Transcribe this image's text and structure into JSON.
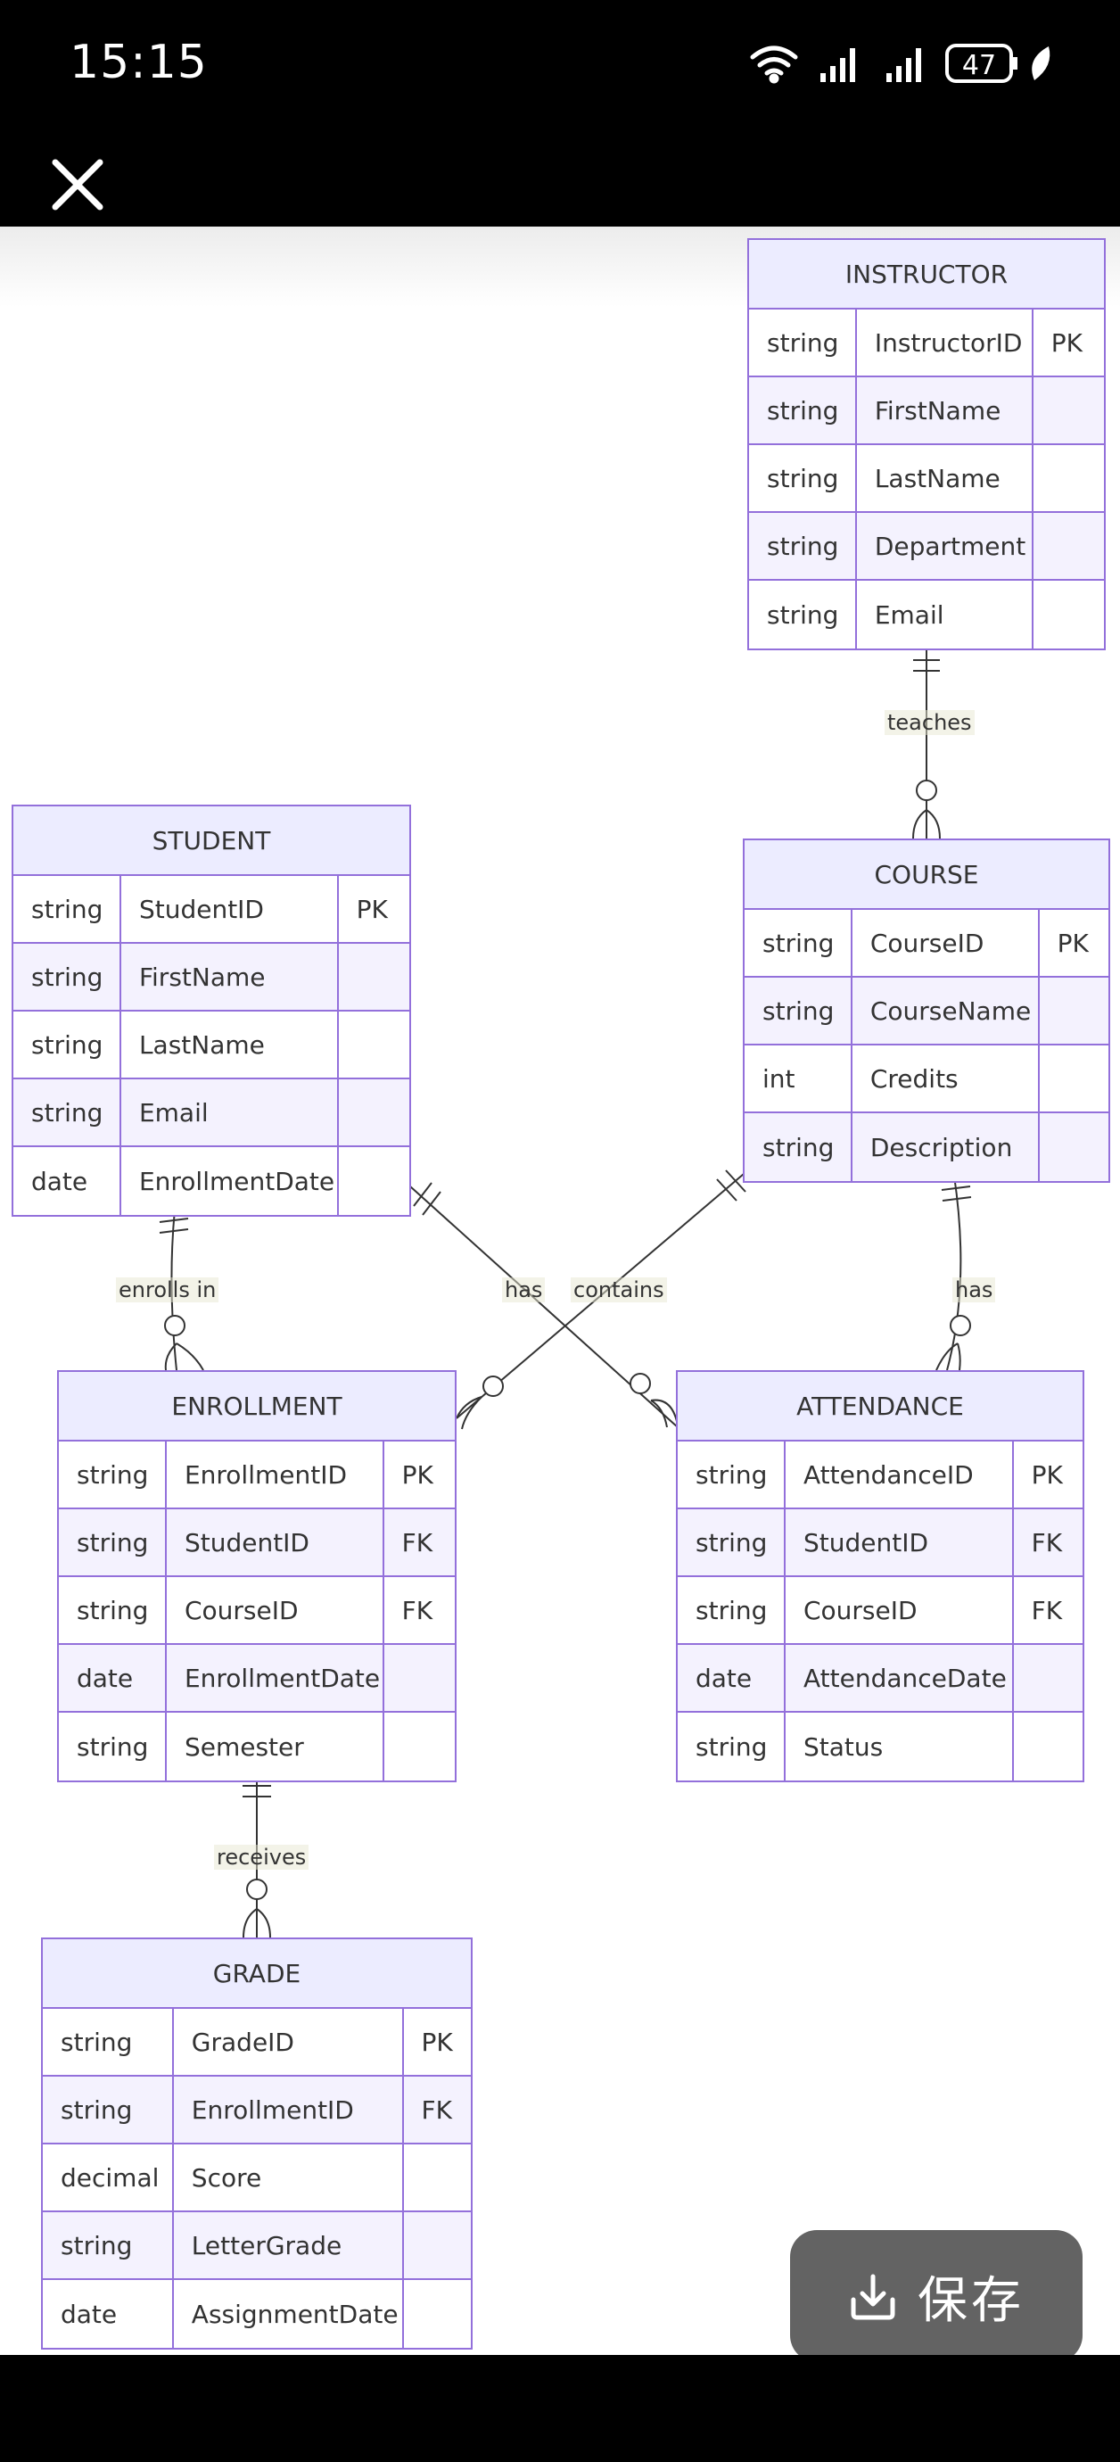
{
  "status_bar": {
    "time": "15:15",
    "battery": "47"
  },
  "toolbar": {
    "close_icon": "close-icon"
  },
  "actions": {
    "save_label": "保存",
    "save_icon": "download-icon"
  },
  "diagram": {
    "entities": [
      {
        "id": "instructor",
        "name": "INSTRUCTOR",
        "rows": [
          [
            "string",
            "InstructorID",
            "PK"
          ],
          [
            "string",
            "FirstName",
            ""
          ],
          [
            "string",
            "LastName",
            ""
          ],
          [
            "string",
            "Department",
            ""
          ],
          [
            "string",
            "Email",
            ""
          ]
        ]
      },
      {
        "id": "student",
        "name": "STUDENT",
        "rows": [
          [
            "string",
            "StudentID",
            "PK"
          ],
          [
            "string",
            "FirstName",
            ""
          ],
          [
            "string",
            "LastName",
            ""
          ],
          [
            "string",
            "Email",
            ""
          ],
          [
            "date",
            "EnrollmentDate",
            ""
          ]
        ]
      },
      {
        "id": "course",
        "name": "COURSE",
        "rows": [
          [
            "string",
            "CourseID",
            "PK"
          ],
          [
            "string",
            "CourseName",
            ""
          ],
          [
            "int",
            "Credits",
            ""
          ],
          [
            "string",
            "Description",
            ""
          ]
        ]
      },
      {
        "id": "enrollment",
        "name": "ENROLLMENT",
        "rows": [
          [
            "string",
            "EnrollmentID",
            "PK"
          ],
          [
            "string",
            "StudentID",
            "FK"
          ],
          [
            "string",
            "CourseID",
            "FK"
          ],
          [
            "date",
            "EnrollmentDate",
            ""
          ],
          [
            "string",
            "Semester",
            ""
          ]
        ]
      },
      {
        "id": "attendance",
        "name": "ATTENDANCE",
        "rows": [
          [
            "string",
            "AttendanceID",
            "PK"
          ],
          [
            "string",
            "StudentID",
            "FK"
          ],
          [
            "string",
            "CourseID",
            "FK"
          ],
          [
            "date",
            "AttendanceDate",
            ""
          ],
          [
            "string",
            "Status",
            ""
          ]
        ]
      },
      {
        "id": "grade",
        "name": "GRADE",
        "rows": [
          [
            "string",
            "GradeID",
            "PK"
          ],
          [
            "string",
            "EnrollmentID",
            "FK"
          ],
          [
            "decimal",
            "Score",
            ""
          ],
          [
            "string",
            "LetterGrade",
            ""
          ],
          [
            "date",
            "AssignmentDate",
            ""
          ]
        ]
      }
    ],
    "relationships": [
      {
        "id": "r-teaches",
        "from": "INSTRUCTOR",
        "to": "COURSE",
        "label": "teaches"
      },
      {
        "id": "r-enrolls",
        "from": "STUDENT",
        "to": "ENROLLMENT",
        "label": "enrolls in"
      },
      {
        "id": "r-has-student",
        "from": "STUDENT",
        "to": "ATTENDANCE",
        "label": "has"
      },
      {
        "id": "r-contains",
        "from": "COURSE",
        "to": "ENROLLMENT",
        "label": "contains"
      },
      {
        "id": "r-has-course",
        "from": "COURSE",
        "to": "ATTENDANCE",
        "label": "has"
      },
      {
        "id": "r-receives",
        "from": "ENROLLMENT",
        "to": "GRADE",
        "label": "receives"
      }
    ]
  }
}
